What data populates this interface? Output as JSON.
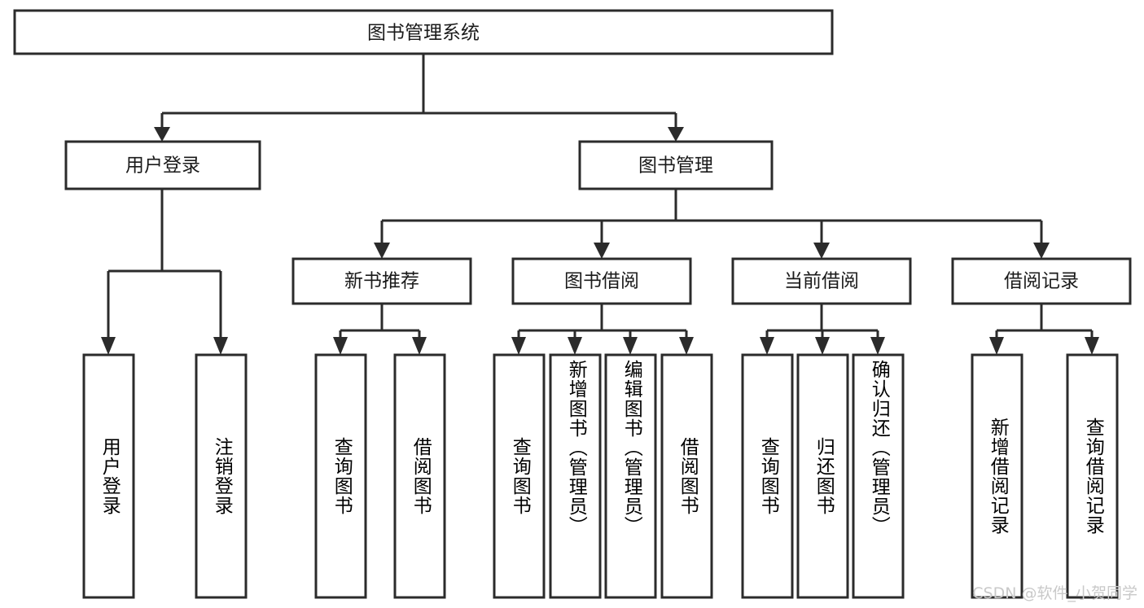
{
  "diagram": {
    "title": "图书管理系统",
    "type": "tree-hierarchy-diagram",
    "colors": {
      "background": "#ffffff",
      "box_fill": "#ffffff",
      "box_stroke": "#2b2b2b",
      "text": "#1a1a1a",
      "watermark": "#c9c9c9"
    },
    "root": {
      "label": "图书管理系统"
    },
    "level2": [
      {
        "label": "用户登录"
      },
      {
        "label": "图书管理"
      }
    ],
    "level3": [
      {
        "label": "新书推荐"
      },
      {
        "label": "图书借阅"
      },
      {
        "label": "当前借阅"
      },
      {
        "label": "借阅记录"
      }
    ],
    "leaves": {
      "user_login": [
        {
          "label": "用户登录"
        },
        {
          "label": "注销登录"
        }
      ],
      "new_book_recommend": [
        {
          "label": "查询图书"
        },
        {
          "label": "借阅图书"
        }
      ],
      "book_borrow": [
        {
          "label": "查询图书"
        },
        {
          "label": "新增图书（管理员）"
        },
        {
          "label": "编辑图书（管理员）"
        },
        {
          "label": "借阅图书"
        }
      ],
      "current_borrow": [
        {
          "label": "查询图书"
        },
        {
          "label": "归还图书"
        },
        {
          "label": "确认归还（管理员）"
        }
      ],
      "borrow_records": [
        {
          "label": "新增借阅记录"
        },
        {
          "label": "查询借阅记录"
        }
      ]
    }
  },
  "watermark": {
    "text": "CSDN @软件_小贺同学"
  }
}
